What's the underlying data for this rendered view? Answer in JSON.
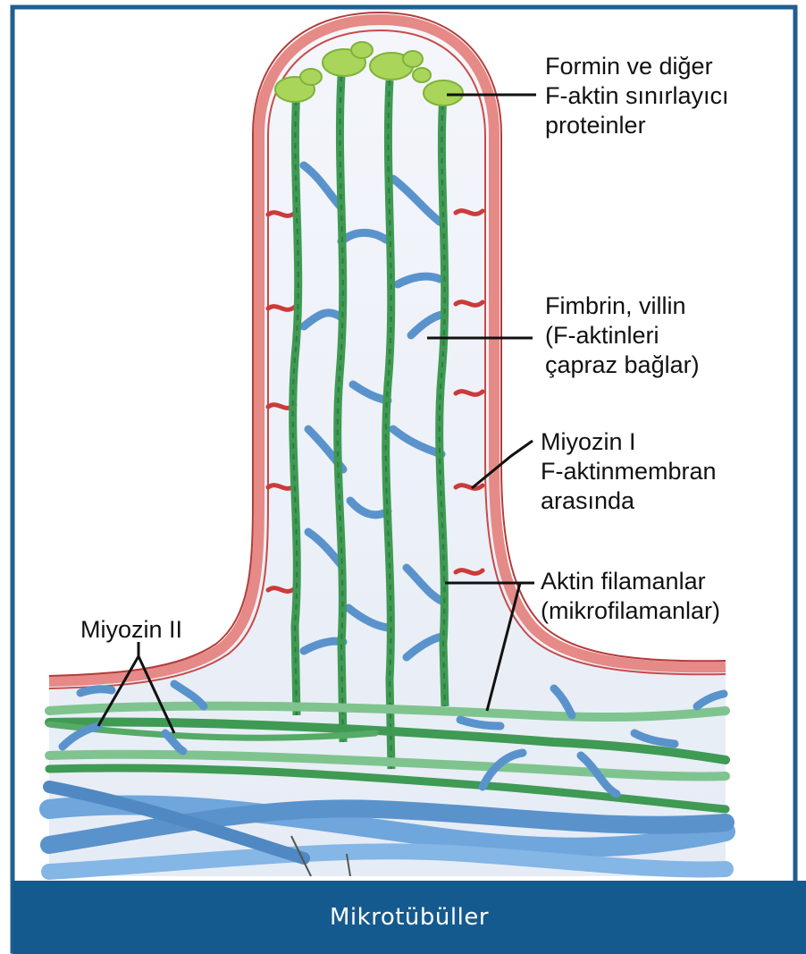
{
  "labels": {
    "formin": [
      "Formin ve diğer",
      "F-aktin sınırlayıcı",
      "proteinler"
    ],
    "fimbrin": [
      "Fimbrin, villin",
      "(F-aktinleri",
      "çapraz bağlar)"
    ],
    "myosin1": [
      "Miyozin I",
      "F-aktinmembran",
      "arasında"
    ],
    "actin": [
      "Aktin filamanlar",
      "(mikrofilamanlar)"
    ],
    "myosin2": "Miyozin II"
  },
  "footer": {
    "title": "Mikrotübüller"
  },
  "colors": {
    "frame": "#1f5f90",
    "membrane": "#e58a86",
    "actin": "#3f9a54",
    "myosin": "#5a93cc",
    "crosslink": "#cc3a3a",
    "cap": "#a9d65a",
    "microtubule": "#6fa6dc",
    "footer": "#145a8e"
  }
}
